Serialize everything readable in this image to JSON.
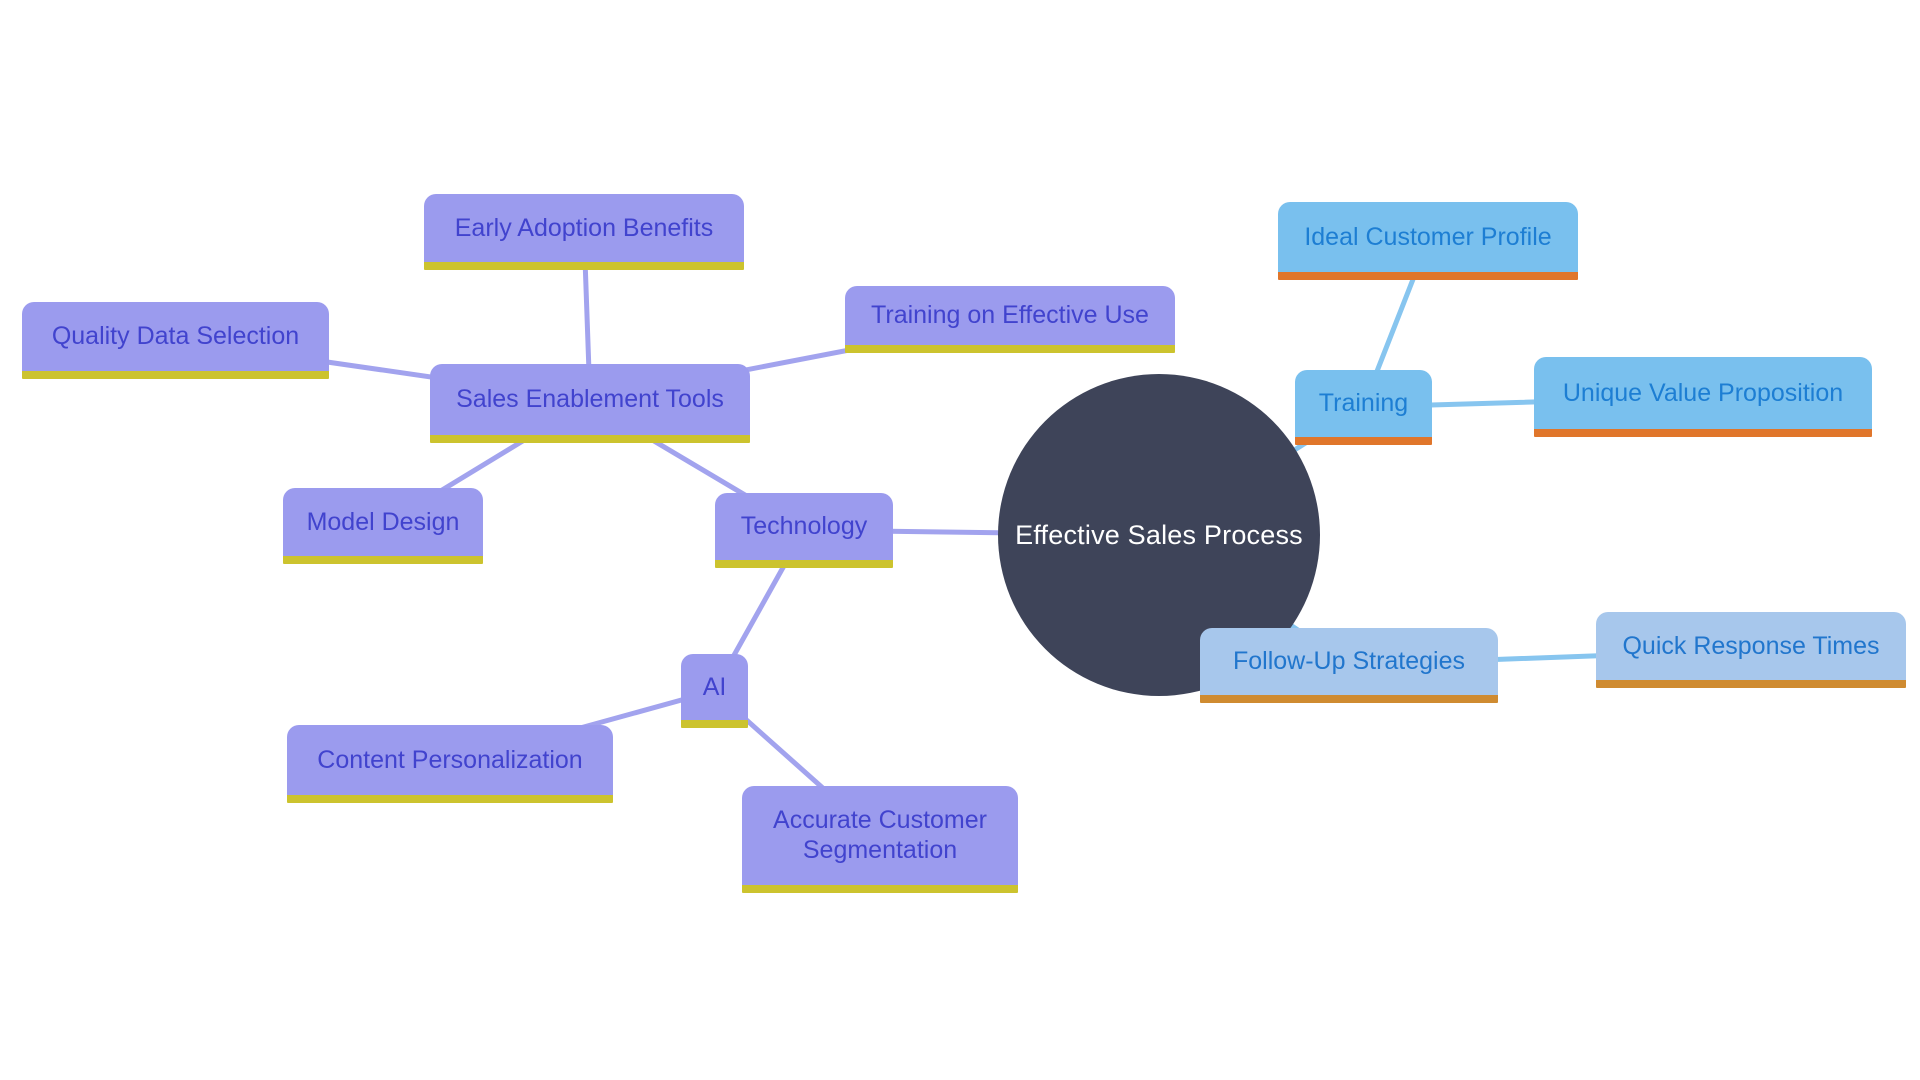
{
  "diagram": {
    "center": {
      "label": "Effective Sales Process",
      "color": "#3e4459",
      "text_color": "#ffffff"
    },
    "nodes": [
      {
        "id": "early-adoption-benefits",
        "label": "Early Adoption Benefits",
        "style": "purple"
      },
      {
        "id": "quality-data-selection",
        "label": "Quality Data Selection",
        "style": "purple"
      },
      {
        "id": "training-on-effective-use",
        "label": "Training on Effective Use",
        "style": "purple"
      },
      {
        "id": "sales-enablement-tools",
        "label": "Sales Enablement Tools",
        "style": "purple"
      },
      {
        "id": "model-design",
        "label": "Model Design",
        "style": "purple"
      },
      {
        "id": "technology",
        "label": "Technology",
        "style": "purple"
      },
      {
        "id": "ai",
        "label": "AI",
        "style": "purple"
      },
      {
        "id": "content-personalization",
        "label": "Content Personalization",
        "style": "purple"
      },
      {
        "id": "accurate-customer-segmentation",
        "label": "Accurate Customer Segmentation",
        "style": "purple"
      },
      {
        "id": "ideal-customer-profile",
        "label": "Ideal Customer Profile",
        "style": "blue"
      },
      {
        "id": "training",
        "label": "Training",
        "style": "blue"
      },
      {
        "id": "unique-value-proposition",
        "label": "Unique Value Proposition",
        "style": "blue"
      },
      {
        "id": "follow-up-strategies",
        "label": "Follow-Up Strategies",
        "style": "blue-muted"
      },
      {
        "id": "quick-response-times",
        "label": "Quick Response Times",
        "style": "blue-muted"
      }
    ],
    "edges": [
      [
        "sales-enablement-tools",
        "early-adoption-benefits"
      ],
      [
        "sales-enablement-tools",
        "quality-data-selection"
      ],
      [
        "sales-enablement-tools",
        "training-on-effective-use"
      ],
      [
        "sales-enablement-tools",
        "model-design"
      ],
      [
        "technology",
        "sales-enablement-tools"
      ],
      [
        "technology",
        "center"
      ],
      [
        "technology",
        "ai"
      ],
      [
        "ai",
        "content-personalization"
      ],
      [
        "ai",
        "accurate-customer-segmentation"
      ],
      [
        "training",
        "ideal-customer-profile"
      ],
      [
        "training",
        "unique-value-proposition"
      ],
      [
        "training",
        "center"
      ],
      [
        "follow-up-strategies",
        "center"
      ],
      [
        "follow-up-strategies",
        "quick-response-times"
      ]
    ],
    "colors": {
      "purple_node_fill": "#9b9bee",
      "purple_node_text": "#4143ce",
      "purple_node_underline": "#ccc32e",
      "purple_edge": "#a2a3ee",
      "blue_node_fill": "#79c0ee",
      "blue_node_text": "#1d7ed3",
      "blue_node_underline": "#e0762b",
      "blue_muted_node_fill": "#a7c7ec",
      "blue_muted_node_underline": "#cf8b31",
      "blue_edge": "#87c5ef",
      "center_fill": "#3e4459",
      "background": "#ffffff"
    }
  }
}
